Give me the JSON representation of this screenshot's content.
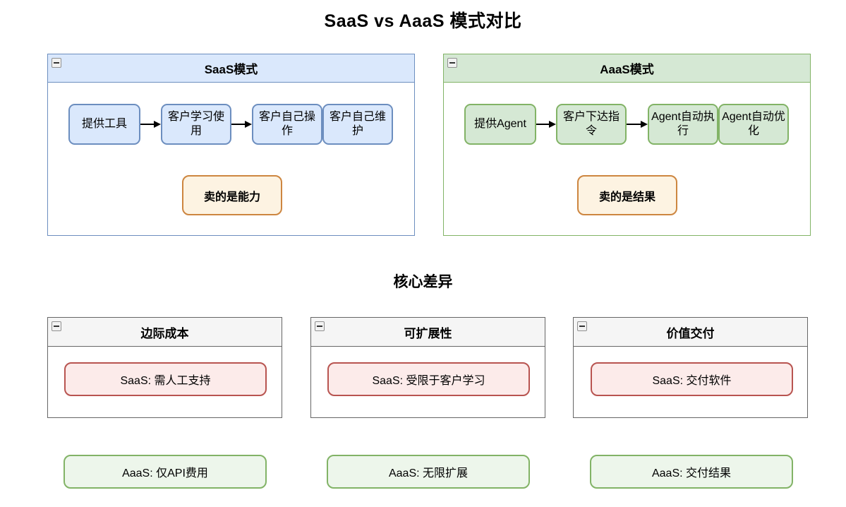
{
  "title": "SaaS vs AaaS 模式对比",
  "mid_title": "核心差异",
  "palette": {
    "blue_fill": "#dae8fc",
    "blue_border": "#6c8ebf",
    "green_fill": "#d5e8d4",
    "green_border": "#82b366",
    "orange_fill": "#fdf3e2",
    "orange_border": "#cd8640",
    "pink_fill": "#fcebea",
    "pink_border": "#b85450",
    "light_green_fill": "#edf6eb",
    "gray_header_fill": "#f5f5f5",
    "gray_border": "#666666"
  },
  "saas_panel": {
    "title": "SaaS模式",
    "flow": [
      "提供工具",
      "客户学习使用",
      "客户自己操作",
      "客户自己维护"
    ],
    "highlight": "卖的是能力"
  },
  "aaas_panel": {
    "title": "AaaS模式",
    "flow": [
      "提供Agent",
      "客户下达指令",
      "Agent自动执行",
      "Agent自动优化"
    ],
    "highlight": "卖的是结果"
  },
  "diff_panels": [
    {
      "title": "边际成本",
      "saas": "SaaS: 需人工支持",
      "aaas": "AaaS: 仅API费用"
    },
    {
      "title": "可扩展性",
      "saas": "SaaS: 受限于客户学习",
      "aaas": "AaaS: 无限扩展"
    },
    {
      "title": "价值交付",
      "saas": "SaaS: 交付软件",
      "aaas": "AaaS: 交付结果"
    }
  ]
}
